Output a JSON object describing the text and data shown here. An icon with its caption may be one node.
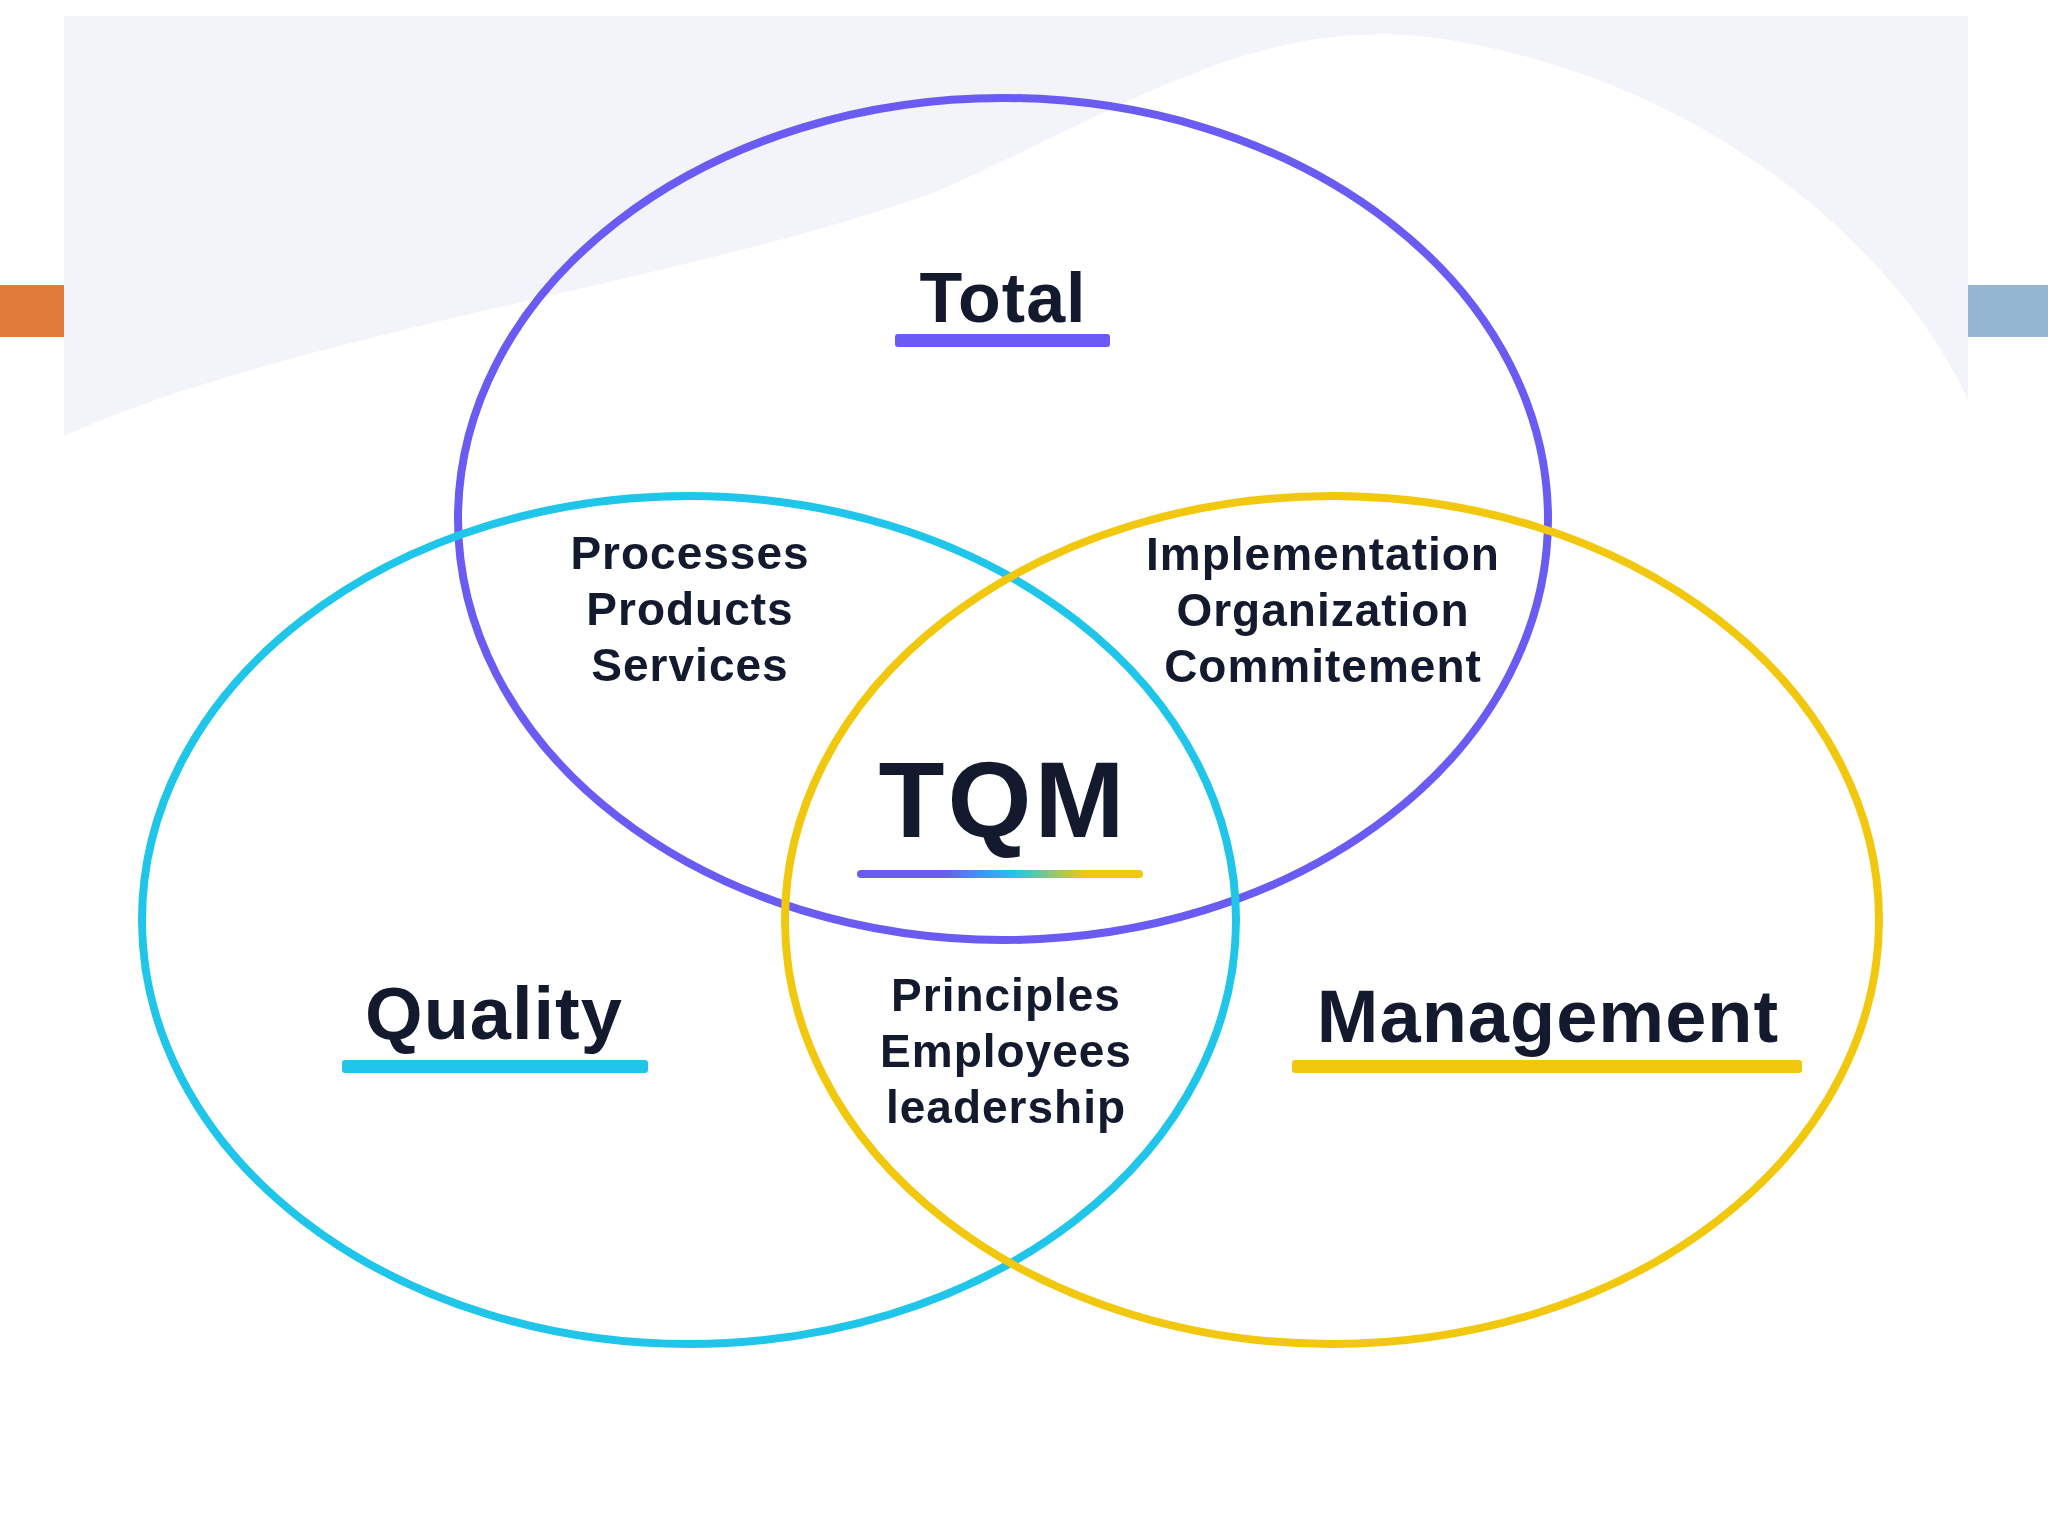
{
  "diagram": {
    "nodes": [
      {
        "text": [
          "Total"
        ]
      },
      {
        "text": [
          "Quality"
        ]
      },
      {
        "text": [
          "Management"
        ]
      }
    ],
    "labels": [
      "Processes Products Services",
      "Implementation Organization Commitement",
      "TQM",
      "Principles Employees leadership"
    ]
  }
}
